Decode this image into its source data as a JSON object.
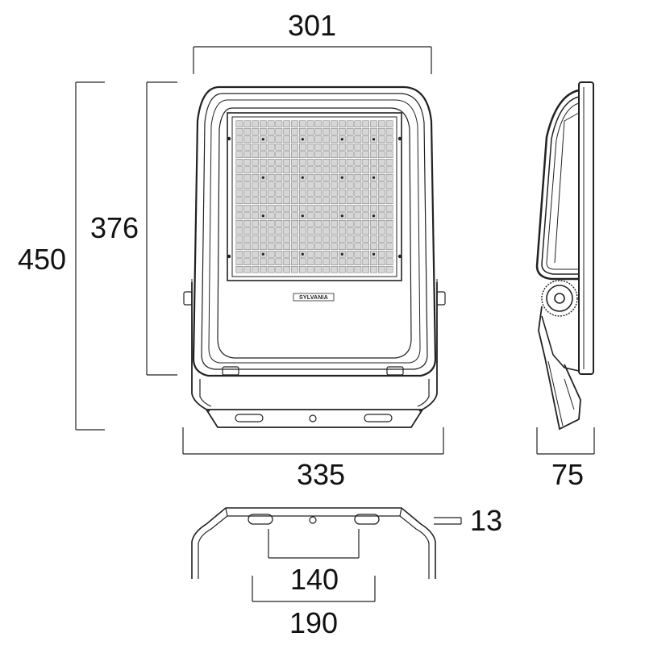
{
  "product": {
    "brand": "SYLVANIA",
    "views": [
      "front-view",
      "side-view",
      "bracket-view"
    ]
  },
  "dimensions": {
    "front_width": "301",
    "height_body": "376",
    "height_total": "450",
    "bracket_width": "335",
    "side_depth": "75",
    "bracket_thickness": "13",
    "hole_spacing_inner": "140",
    "hole_spacing_outer": "190"
  },
  "led_grid": {
    "rows": 20,
    "cols": 20
  },
  "colors": {
    "line": "#222222",
    "led": "#d6d6d6",
    "panel": "#ffffff"
  }
}
